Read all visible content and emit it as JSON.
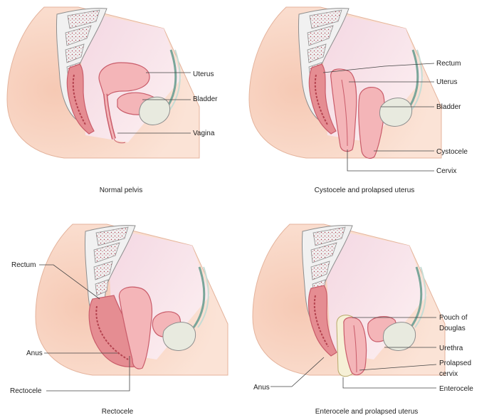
{
  "colors": {
    "skin": "#f9dccb",
    "skin_edge": "#e9b9a2",
    "organ": "#f4b5b8",
    "organ_edge": "#c95c6a",
    "organ_dark": "#d8737f",
    "bone": "#e6e6e6",
    "bladder_fill": "#e8eadf",
    "teal": "#7aa69a",
    "shade": "#f8e6ee"
  },
  "panels": [
    {
      "caption": "Normal pelvis",
      "labels": {
        "uterus": "Uterus",
        "bladder": "Bladder",
        "vagina": "Vagina"
      }
    },
    {
      "caption": "Cystocele and prolapsed uterus",
      "labels": {
        "rectum": "Rectum",
        "uterus": "Uterus",
        "bladder": "Bladder",
        "cystocele": "Cystocele",
        "cervix": "Cervix"
      }
    },
    {
      "caption": "Rectocele",
      "labels": {
        "rectum": "Rectum",
        "anus": "Anus",
        "rectocele": "Rectocele"
      }
    },
    {
      "caption": "Enterocele and prolapsed uterus",
      "labels": {
        "anus": "Anus",
        "pouch_line1": "Pouch of",
        "pouch_line2": "Douglas",
        "urethra": "Urethra",
        "prolapsed_line1": "Prolapsed",
        "prolapsed_line2": "cervix",
        "enterocele": "Enterocele"
      }
    }
  ]
}
